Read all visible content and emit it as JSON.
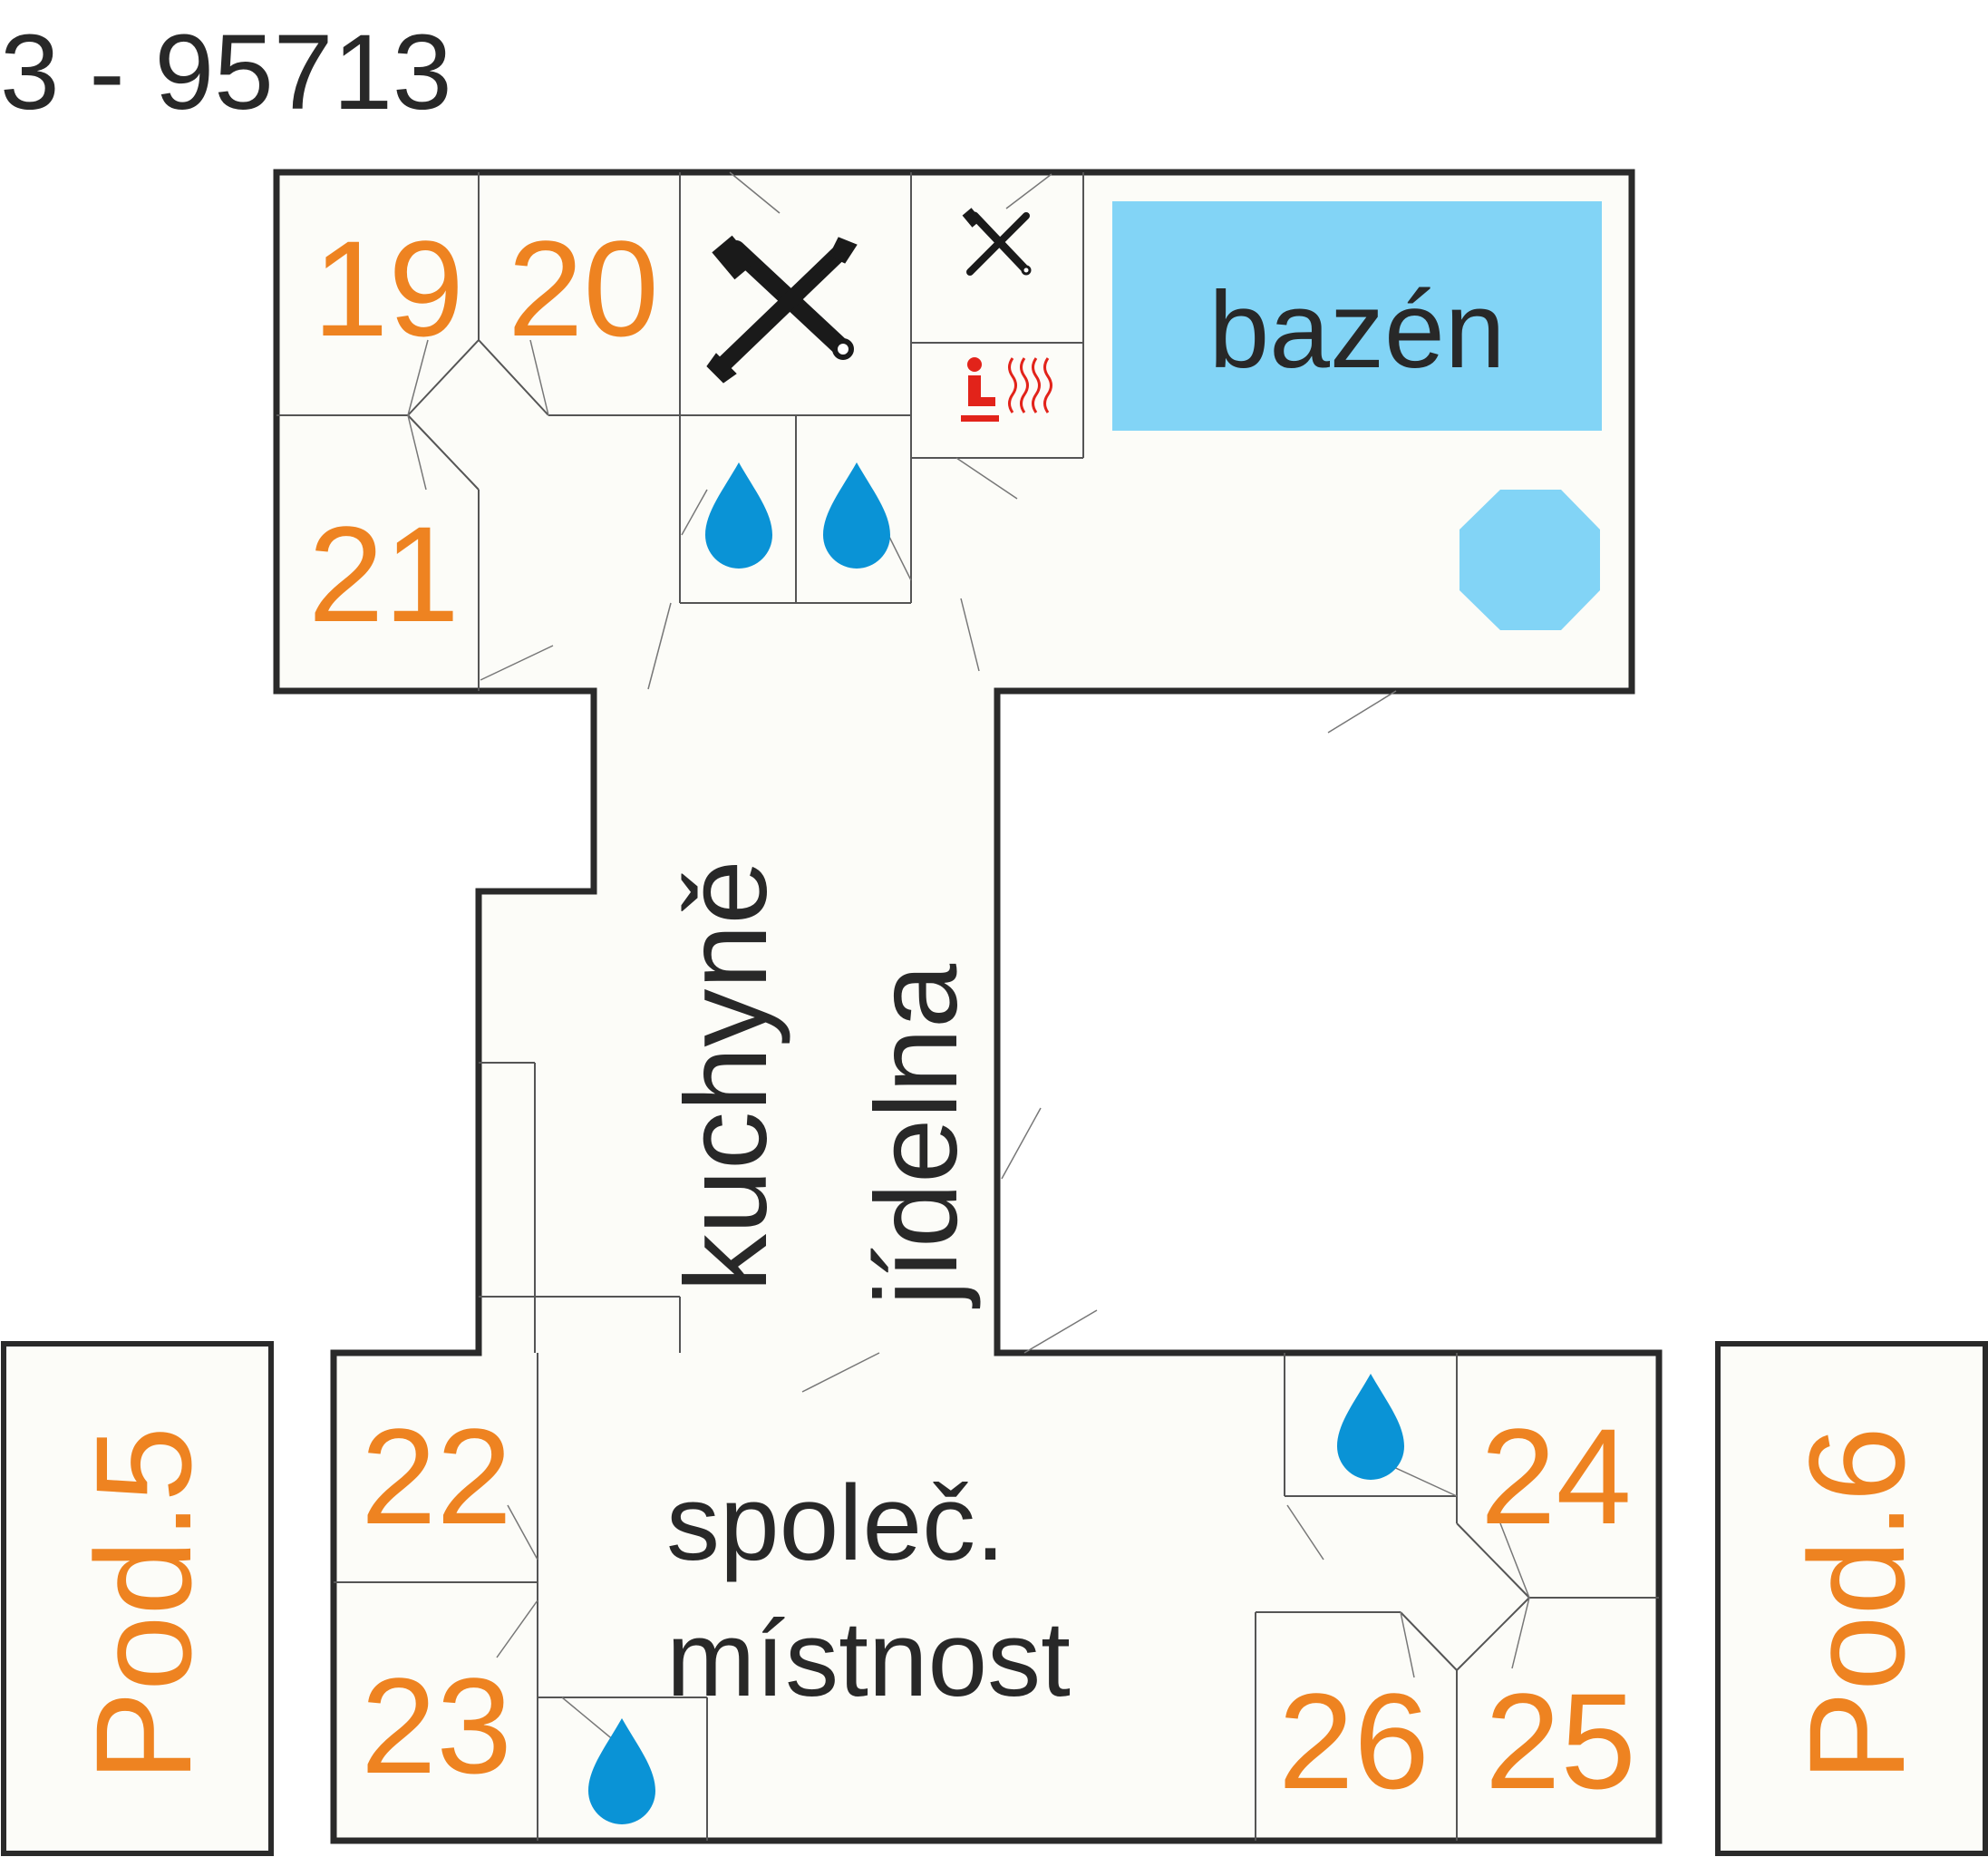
{
  "title": "3 - 95713",
  "colors": {
    "orange": "#ee8321",
    "pool": "#82d4f6",
    "water": "#0a93d6",
    "floor": "#fcfcf8",
    "wall": "#2a2a2a",
    "sauna": "#e2231a",
    "text": "#282828"
  },
  "rooms": {
    "r19": "19",
    "r20": "20",
    "r21": "21",
    "r22": "22",
    "r23": "23",
    "r24": "24",
    "r25": "25",
    "r26": "26"
  },
  "labels": {
    "pool": "bazén",
    "kitchen": "kuchyně",
    "dining": "jídelna",
    "common_line1": "společ.",
    "common_line2": "místnost",
    "pod5": "Pod.5",
    "pod6": "Pod.6"
  },
  "icons": [
    "tools-icon",
    "tools-icon-small",
    "sauna-icon",
    "water-drop-icon",
    "pool-octagon-icon"
  ]
}
